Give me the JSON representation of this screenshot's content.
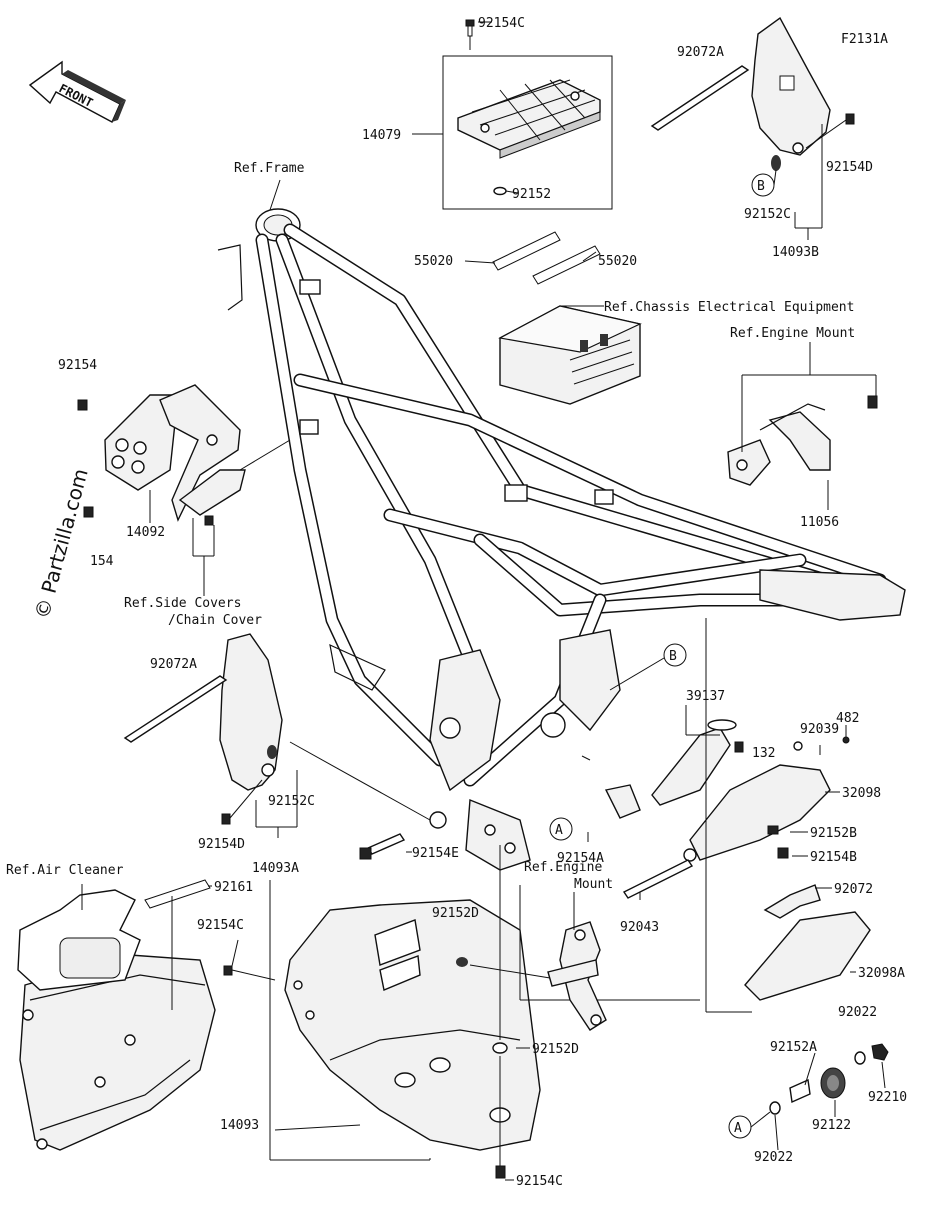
{
  "labels": {
    "figure_code": "F2131A",
    "front": "FRONT",
    "watermark": "© Partzilla.com",
    "p92154C_top": "92154C",
    "p14079": "14079",
    "p92152": "92152",
    "p55020_left": "55020",
    "p55020_right": "55020",
    "p92072A_top": "92072A",
    "p92154D_top": "92154D",
    "p92152C_top": "92152C",
    "p14093B": "14093B",
    "ref_frame": "Ref.Frame",
    "ref_chassis": "Ref.Chassis Electrical Equipment",
    "ref_engine_mount_top": "Ref.Engine Mount",
    "p11056": "11056",
    "p92154_top": "92154",
    "p14092": "14092",
    "p92154_bottom": "154",
    "ref_side_covers_1": "Ref.Side Covers",
    "ref_side_covers_2": "/Chain Cover",
    "p92072A_left": "92072A",
    "p92152C_left": "92152C",
    "p92154D_left": "92154D",
    "p14093A": "14093A",
    "p92154E": "92154E",
    "p92154A": "92154A",
    "p39137": "39137",
    "p132": "132",
    "p92039": "92039",
    "p482": "482",
    "p32098": "32098",
    "p92152B": "92152B",
    "p92154B": "92154B",
    "p92043": "92043",
    "p92072": "92072",
    "p32098A": "32098A",
    "ref_air_cleaner": "Ref.Air Cleaner",
    "p92161": "92161",
    "p92154C_mid": "92154C",
    "p92152D_top": "92152D",
    "ref_engine_mount_mid_1": "Ref.Engine",
    "ref_engine_mount_mid_2": "Mount",
    "p92152D_bottom": "92152D",
    "p14093": "14093",
    "p92154C_bottom": "92154C",
    "p92022_top": "92022",
    "p92152A": "92152A",
    "p92210": "92210",
    "p92122": "92122",
    "p92022_bottom": "92022",
    "ref_B_top": "B",
    "ref_B_mid": "B",
    "ref_A_mid": "A",
    "ref_A_bottom": "A"
  }
}
